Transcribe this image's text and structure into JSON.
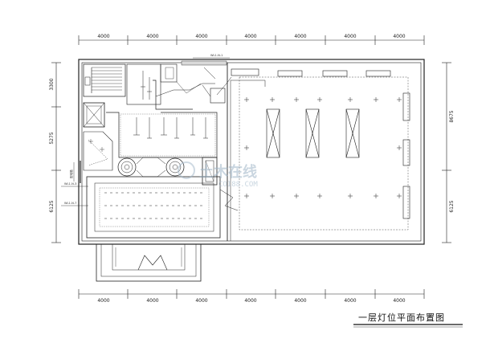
{
  "drawing": {
    "title": "一层灯位平面布置图",
    "watermark": "土木在线",
    "watermark_sub": "COI88.COM"
  },
  "dimensions": {
    "top": [
      "4000",
      "4000",
      "4000",
      "4000",
      "4000",
      "4000",
      "4000"
    ],
    "bottom": [
      "4000",
      "4000",
      "4000",
      "4000",
      "4000",
      "4000",
      "4000"
    ],
    "left": [
      "3300",
      "5275",
      "6125"
    ],
    "right": [
      "8675",
      "6125"
    ]
  },
  "tags": {
    "tag_a": "WL1-N-1",
    "tag_b": "WL1-N-3",
    "tag_c": "WL1-N-7",
    "tag_d": "配电箱"
  },
  "colors": {
    "line": "#111111",
    "wall": "#333333",
    "watermark": "#9fb6c8"
  }
}
